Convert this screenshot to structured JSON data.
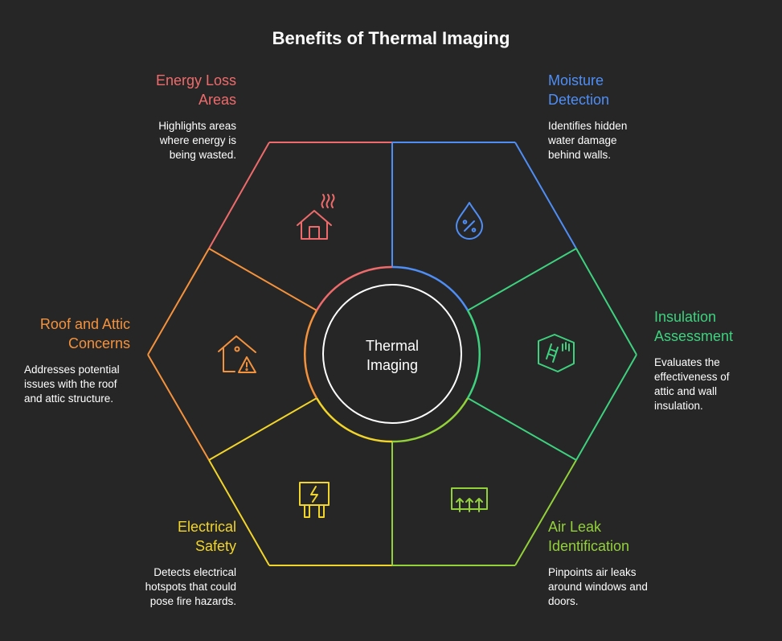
{
  "title": "Benefits of Thermal Imaging",
  "center": {
    "line1": "Thermal",
    "line2": "Imaging"
  },
  "segments": [
    {
      "label_line1": "Energy Loss",
      "label_line2": "Areas",
      "desc_lines": [
        "Highlights areas",
        "where energy is",
        "being wasted."
      ],
      "color": "#ef6b6b",
      "icon": "house-heat-icon"
    },
    {
      "label_line1": "Moisture",
      "label_line2": "Detection",
      "desc_lines": [
        "Identifies hidden",
        "water damage",
        "behind walls."
      ],
      "color": "#4f8ef5",
      "icon": "water-drop-percent-icon"
    },
    {
      "label_line1": "Insulation",
      "label_line2": "Assessment",
      "desc_lines": [
        "Evaluates the",
        "effectiveness of",
        "attic and wall",
        "insulation."
      ],
      "color": "#3ed27f",
      "icon": "attic-insulation-icon"
    },
    {
      "label_line1": "Air Leak",
      "label_line2": "Identification",
      "desc_lines": [
        "Pinpoints air leaks",
        "around windows and",
        "doors."
      ],
      "color": "#93d13a",
      "icon": "vent-airflow-icon"
    },
    {
      "label_line1": "Electrical",
      "label_line2": "Safety",
      "desc_lines": [
        "Detects electrical",
        "hotspots that could",
        "pose fire hazards."
      ],
      "color": "#f2d52a",
      "icon": "electrical-plug-icon"
    },
    {
      "label_line1": "Roof and Attic",
      "label_line2": "Concerns",
      "desc_lines": [
        "Addresses potential",
        "issues with the roof",
        "and attic structure."
      ],
      "color": "#f5923c",
      "icon": "house-warning-icon"
    }
  ]
}
